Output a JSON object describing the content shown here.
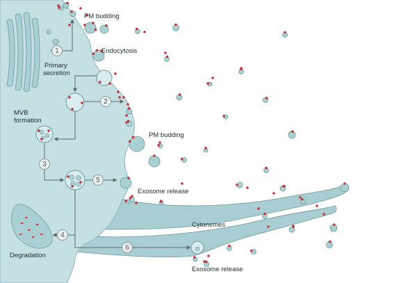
{
  "colors": {
    "cell_fill": "#c4e0e3",
    "cell_stroke": "#8fb2b6",
    "cytoneme_fill": "#a8cdd2",
    "vesicle_fill": "#a9d1d4",
    "vesicle_stroke": "#6f989c",
    "ligand": "#c4343c",
    "arrow": "#5d6a6c",
    "step_circle_fill": "#ecefef",
    "step_circle_stroke": "#8a9596",
    "label_text": "#1e2a2c"
  },
  "labels": {
    "pm_budding_top": "PM budding",
    "endocytosis": "Endocytosis",
    "primary_secretion": [
      "Primary",
      "secretion"
    ],
    "mvb_formation": [
      "MVB",
      "formation"
    ],
    "pm_budding_mid": "PM budding",
    "exosome_release_mid": "Exosome release",
    "cytonemes": "Cytonemes",
    "degradation": "Degradation",
    "exosome_release_bottom": "Exosome release"
  },
  "steps": [
    "1",
    "2",
    "3",
    "4",
    "5",
    "6"
  ]
}
